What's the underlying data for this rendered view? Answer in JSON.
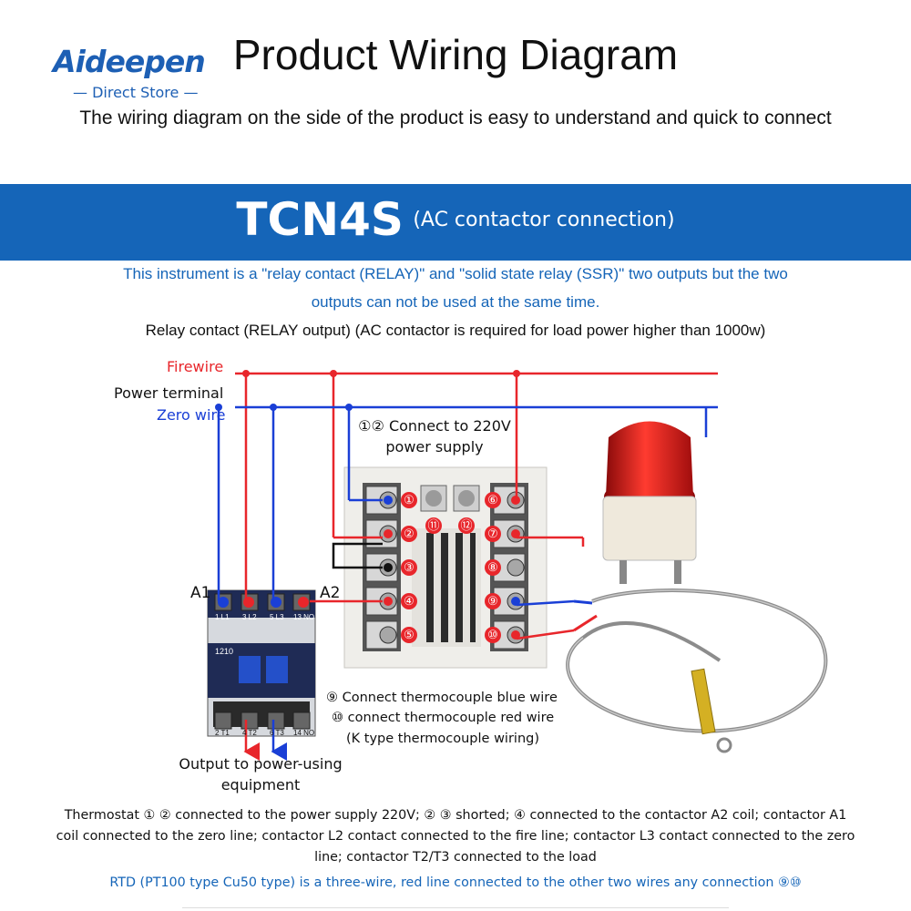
{
  "logo": {
    "brand": "Aideepen",
    "tagline": "— Direct Store —"
  },
  "header": {
    "title": "Product Wiring Diagram",
    "subtitle": "The wiring diagram on the side of the product is easy to understand and quick to connect"
  },
  "banner": {
    "model": "TCN4S",
    "subtitle": "(AC contactor connection)"
  },
  "intro": {
    "line1": "This instrument is a \"relay contact (RELAY)\" and \"solid state relay (SSR)\" two outputs but the two",
    "line2": "outputs can not be used at the same time.",
    "relay_note": "Relay contact (RELAY output) (AC contactor is required for load power higher than 1000w)"
  },
  "diagram": {
    "firewire_label": "Firewire",
    "power_terminal_label": "Power terminal",
    "zero_wire_label": "Zero wire",
    "power_connect_line1": "①② Connect to 220V",
    "power_connect_line2": "power supply",
    "a1_label": "A1",
    "a2_label": "A2",
    "terminals_left": [
      "①",
      "②",
      "③",
      "④",
      "⑤"
    ],
    "terminals_right": [
      "⑥",
      "⑦",
      "⑧",
      "⑨",
      "⑩"
    ],
    "terminals_mid": [
      "⑪",
      "⑫"
    ],
    "contactor_top_labels": [
      "1 L1",
      "3 L2",
      "5 L3",
      "13 NO"
    ],
    "contactor_bottom_labels": [
      "2 T1",
      "4 T2",
      "6 T3",
      "14 NO"
    ],
    "contactor_model": "1210",
    "thermo_note1": "⑨ Connect thermocouple blue wire",
    "thermo_note2": "⑩ connect thermocouple red wire",
    "thermo_note3": "(K type thermocouple wiring)",
    "output_line1": "Output to power-using",
    "output_line2": "equipment",
    "colors": {
      "fire": "#e8262b",
      "zero": "#1a3fd6",
      "banner": "#1565b8"
    }
  },
  "footer": {
    "line1": "Thermostat ① ② connected to the power supply 220V; ② ③ shorted; ④ connected to the contactor A2 coil; contactor A1",
    "line2": "coil connected to the zero line; contactor L2 contact connected to the fire line; contactor L3 contact connected to the zero",
    "line3": "line; contactor T2/T3 connected to the load",
    "rtd_note": "RTD (PT100 type Cu50 type) is a three-wire, red line connected to the other two wires any connection ⑨⑩"
  }
}
